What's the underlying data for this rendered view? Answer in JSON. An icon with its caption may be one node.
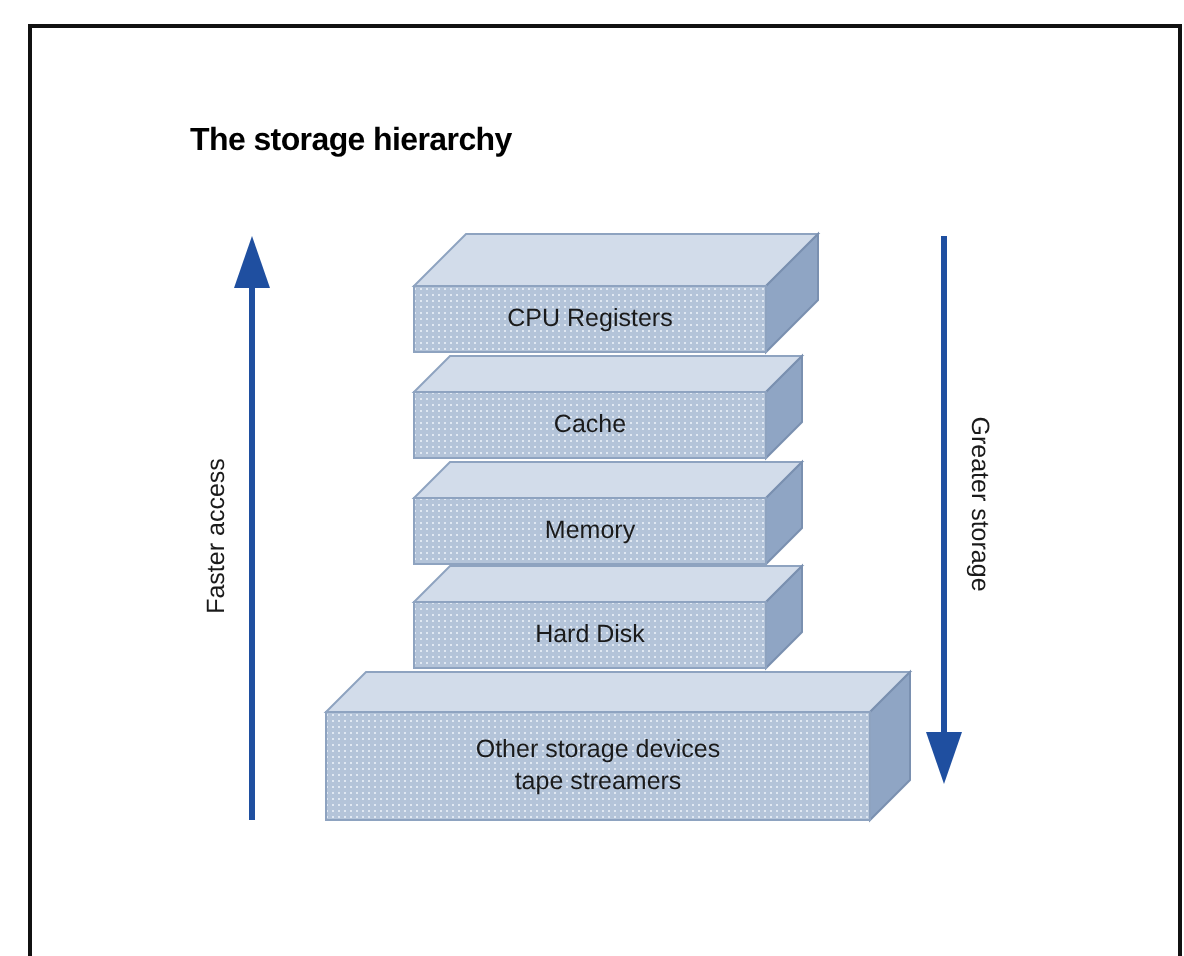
{
  "diagram": {
    "title": "The storage hierarchy",
    "nodes": [
      {
        "text": [
          "CPU Registers"
        ]
      },
      {
        "text": [
          "Cache"
        ]
      },
      {
        "text": [
          "Memory"
        ]
      },
      {
        "text": [
          "Hard Disk"
        ]
      },
      {
        "text": [
          "Other storage devices tape streamers"
        ]
      }
    ],
    "labels": [
      "Faster access",
      "Greater storage"
    ]
  }
}
